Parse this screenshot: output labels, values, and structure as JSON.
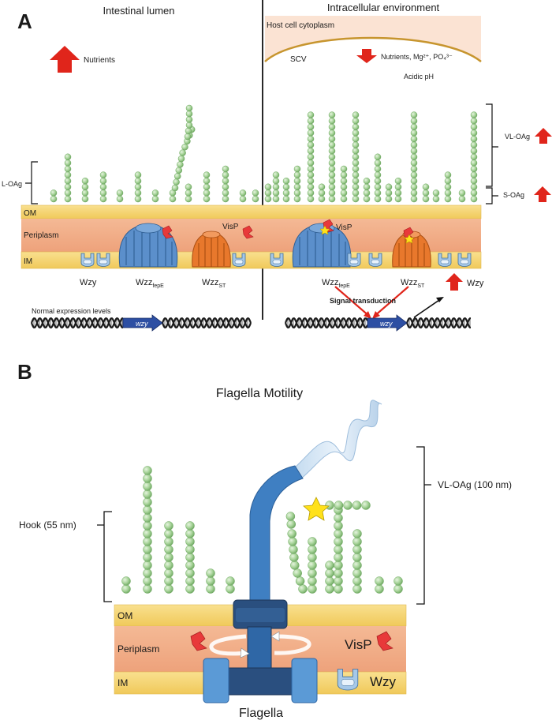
{
  "panel_a": {
    "label": "A",
    "lumen_title": "Intestinal lumen",
    "intracellular_title": "Intracellular environment",
    "host_cytoplasm": "Host cell cytoplasm",
    "scv": "SCV",
    "nutrients_up": "Nutrients",
    "nutrients_down": "Nutrients, Mg²⁺, PO₄³⁻",
    "acidic_ph": "Acidic pH",
    "l_oag": "L-OAg",
    "vl_oag": "VL-OAg",
    "s_oag": "S-OAg",
    "om": "OM",
    "periplasm": "Periplasm",
    "im": "IM",
    "visp_left": "VisP",
    "visp_right": "VisP",
    "wzy_left": "Wzy",
    "wzy_right": "Wzy",
    "wzz_base": "Wzz",
    "wzz_fepe_sub": "fepE",
    "wzz_st_sub": "ST",
    "normal_expression": "Normal expression levels",
    "signal_transduction": "Signal transduction",
    "gene": "wzy"
  },
  "panel_b": {
    "label": "B",
    "title": "Flagella Motility",
    "vl_oag": "VL-OAg (100 nm)",
    "hook": "Hook (55 nm)",
    "om": "OM",
    "periplasm": "Periplasm",
    "im": "IM",
    "visp": "VisP",
    "wzy": "Wzy",
    "flagella": "Flagella"
  },
  "colors": {
    "membrane": "#f7d777",
    "periplasm": "#f2ad84",
    "bead": "#a8d49a",
    "wzz_fepe": "#5b8fcb",
    "wzz_st": "#e8782c",
    "arrow_red": "#e0251b",
    "flagellum": "#3f7fc2",
    "host": "#fbe3d3",
    "scv_line": "#c7952e"
  },
  "icons": [
    "up-arrow-icon",
    "down-arrow-icon",
    "visp-protein-icon",
    "wzy-protein-icon",
    "star-icon",
    "dna-helix-icon",
    "rotation-arrow-icon"
  ]
}
